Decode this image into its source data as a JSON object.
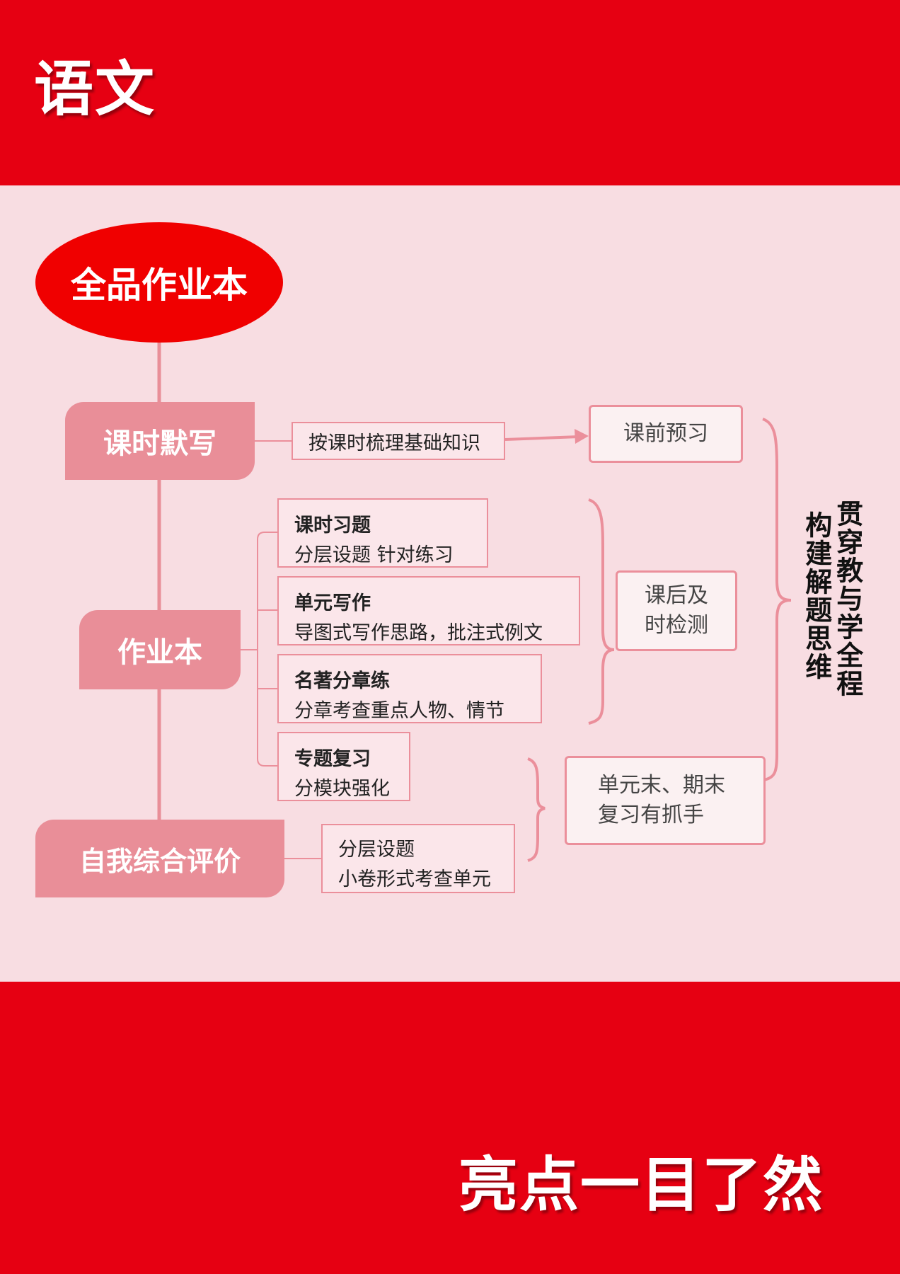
{
  "header": {
    "subject": "语文"
  },
  "diagram": {
    "root": "全品作业本",
    "categories": [
      {
        "label": "课时默写"
      },
      {
        "label": "作业本"
      },
      {
        "label": "自我综合评价"
      }
    ],
    "items": {
      "lesson_dictation": {
        "desc": "按课时梳理基础知识"
      },
      "lesson_exercises": {
        "title": "课时习题",
        "desc": "分层设题   针对练习"
      },
      "unit_writing": {
        "title": "单元写作",
        "desc": "导图式写作思路，批注式例文"
      },
      "classics": {
        "title": "名著分章练",
        "desc": "分章考查重点人物、情节"
      },
      "topic_review": {
        "title": "专题复习",
        "desc": "分模块强化"
      },
      "self_eval": {
        "line1": "分层设题",
        "line2": "小卷形式考查单元"
      }
    },
    "results": {
      "preview": "课前预习",
      "after_class_1": "课后及",
      "after_class_2": "时检测",
      "review_1": "单元末、期末",
      "review_2": "复习有抓手"
    },
    "summary": {
      "col1": "贯穿教与学全程",
      "col2": "构建解题思维"
    }
  },
  "footer": {
    "slogan": "亮点一目了然"
  },
  "colors": {
    "red": "#e60012",
    "panel": "#f8dde2",
    "pink": "#e98e98",
    "line": "#eb8f9b"
  }
}
